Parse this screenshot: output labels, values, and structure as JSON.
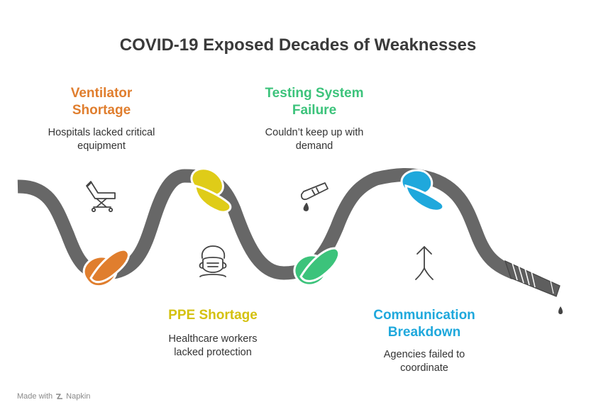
{
  "title": "COVID-19 Exposed Decades of Weaknesses",
  "colors": {
    "pipe": "#676767",
    "ventilator": "#e07e2e",
    "ppe": "#d9c715",
    "testing": "#3cc37b",
    "communication": "#1fa8dc",
    "icon": "#444444"
  },
  "items": [
    {
      "id": "ventilator",
      "heading_line1": "Ventilator",
      "heading_line2": "Shortage",
      "desc_line1": "Hospitals lacked critical",
      "desc_line2": "equipment",
      "icon": "stretcher-icon"
    },
    {
      "id": "ppe",
      "heading_line1": "PPE Shortage",
      "desc_line1": "Healthcare workers",
      "desc_line2": "lacked protection",
      "icon": "face-mask-icon"
    },
    {
      "id": "testing",
      "heading_line1": "Testing System",
      "heading_line2": "Failure",
      "desc_line1": "Couldn’t keep up with",
      "desc_line2": "demand",
      "icon": "test-tube-icon"
    },
    {
      "id": "communication",
      "heading_line1": "Communication",
      "heading_line2": "Breakdown",
      "desc_line1": "Agencies failed to",
      "desc_line2": "coordinate",
      "icon": "split-arrow-icon"
    }
  ],
  "footer": {
    "made_with": "Made with",
    "brand": "Napkin"
  }
}
